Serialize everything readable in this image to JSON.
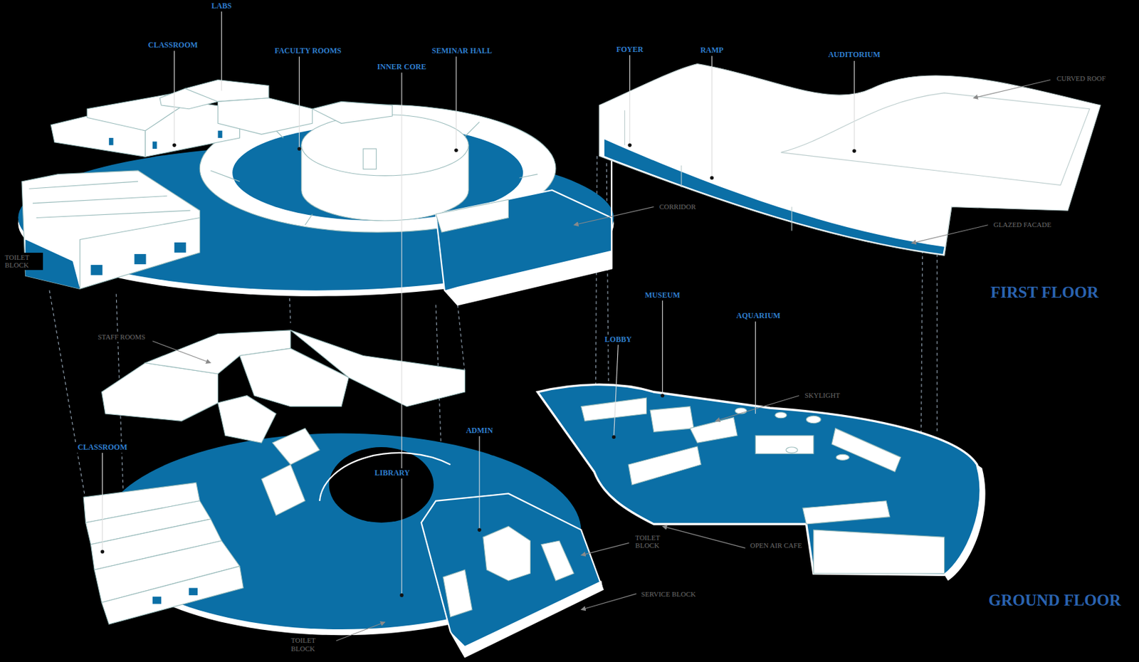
{
  "diagram": {
    "labels": [
      "LABS",
      "CLASSROOM",
      "FACULTY ROOMS",
      "SEMINAR HALL",
      "INNER CORE",
      "FOYER",
      "RAMP",
      "AUDITORIUM",
      "CURVED ROOF",
      "CORRIDOR",
      "GLAZED FACADE",
      "TOILET BLOCK",
      "FIRST FLOOR",
      "STAFF ROOMS",
      "MUSEUM",
      "AQUARIUM",
      "LOBBY",
      "SKYLIGHT",
      "CLASSROOM",
      "ADMIN",
      "LIBRARY",
      "TOILET BLOCK",
      "OPEN AIR CAFE",
      "SERVICE BLOCK",
      "TOILET BLOCK",
      "GROUND FLOOR"
    ]
  }
}
